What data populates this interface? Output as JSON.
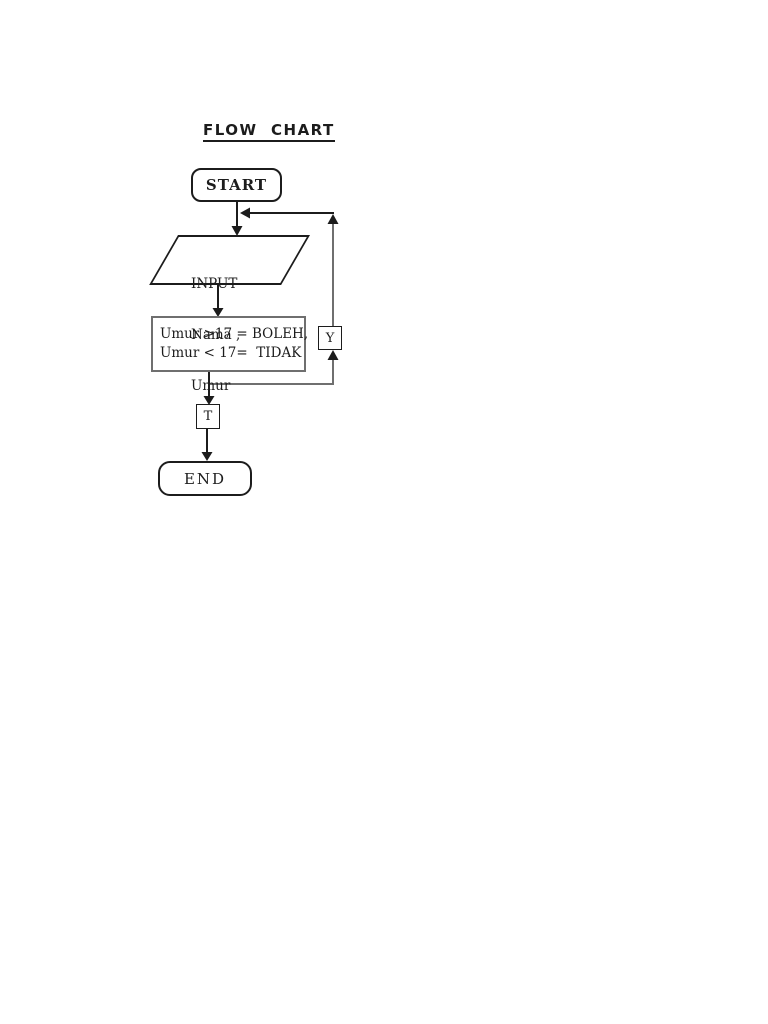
{
  "title": "FLOW  CHART",
  "colors": {
    "ink": "#1c1c1c",
    "gray_line": "#6f6f6f",
    "background": "#ffffff"
  },
  "flowchart": {
    "start": {
      "label": "START"
    },
    "input": {
      "lines": [
        "INPUT",
        "Nama ,",
        "Umur"
      ]
    },
    "process": {
      "lines": [
        "Umur >17 = BOLEH,",
        "Umur < 17=  TIDAK"
      ]
    },
    "branch_yes": {
      "label": "Y"
    },
    "branch_true": {
      "label": "T"
    },
    "end": {
      "label": "END"
    }
  }
}
